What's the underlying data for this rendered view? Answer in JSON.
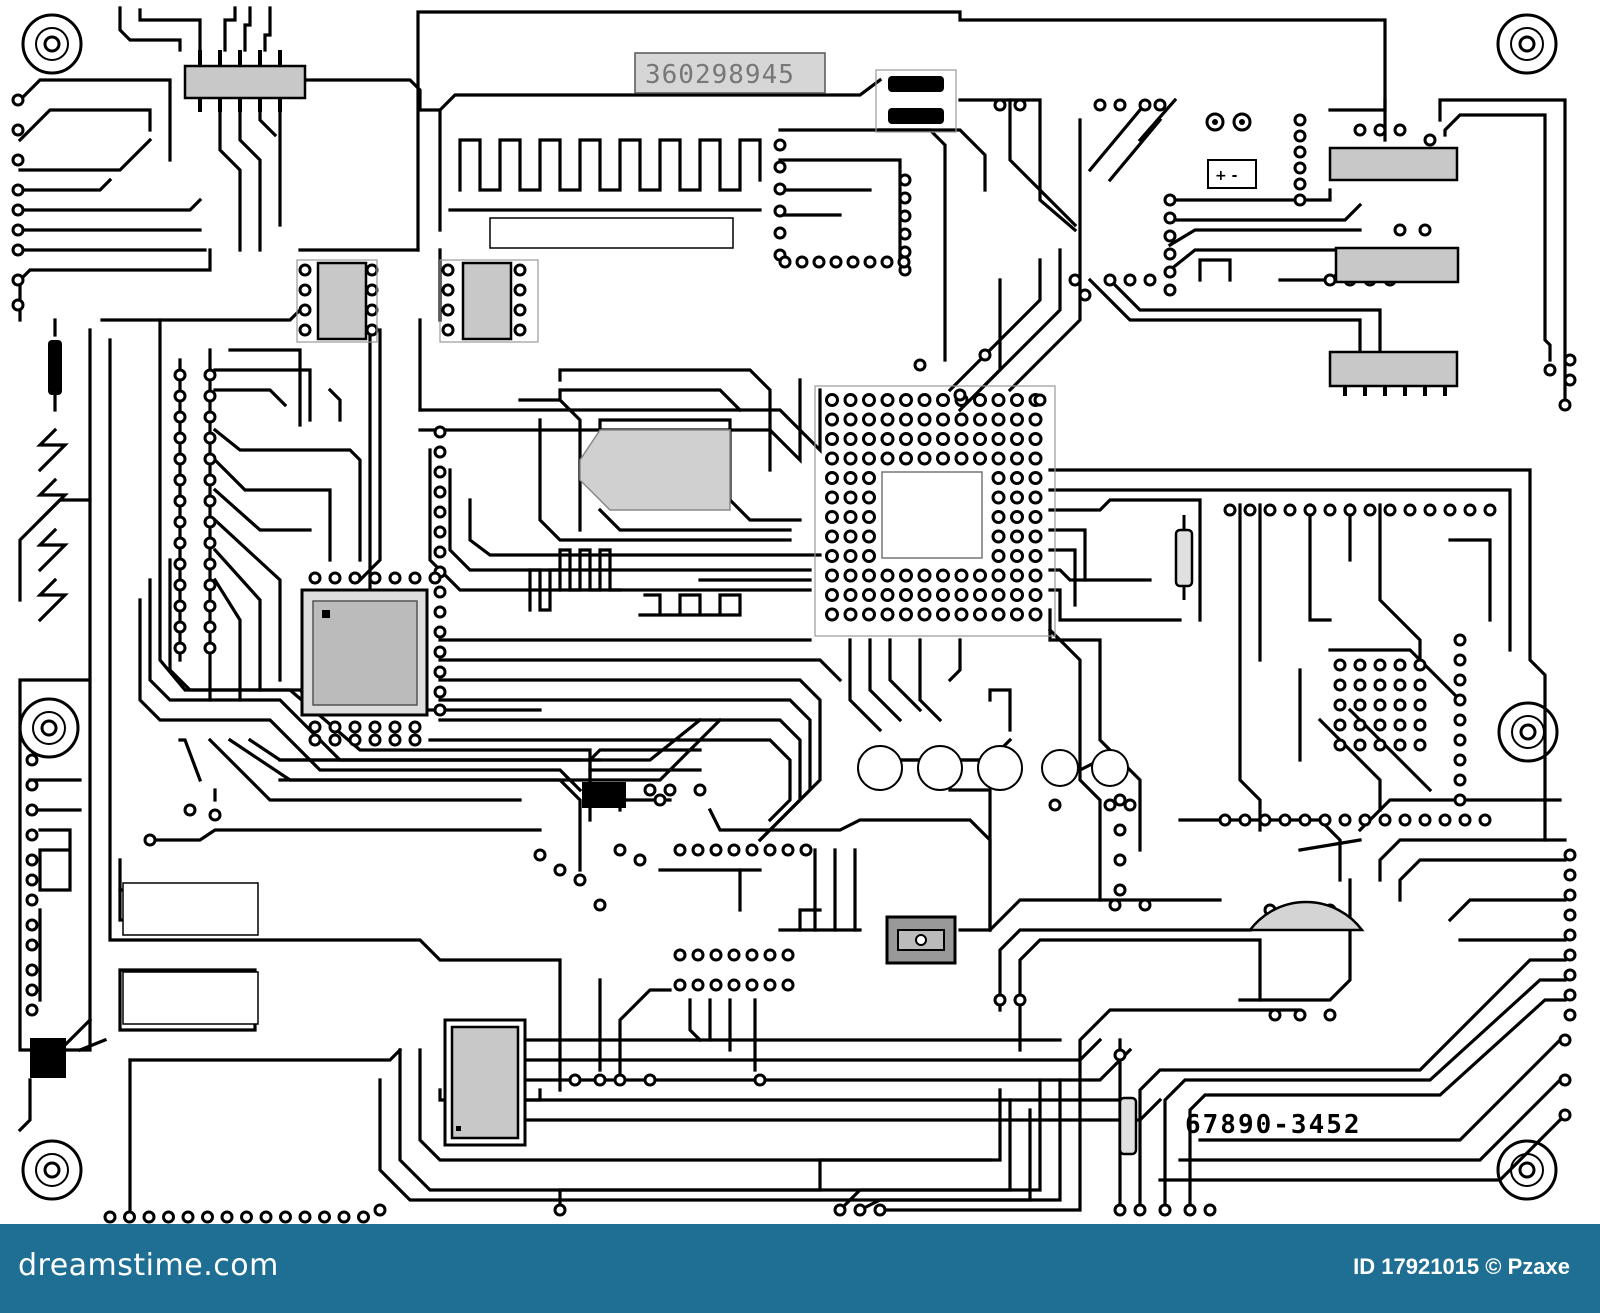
{
  "board": {
    "serial_label": "360298945",
    "part_code": "67890-3452",
    "polarity_label": "+ -"
  },
  "footer": {
    "brand": "dreamstime.com",
    "image_id_label": "ID 17921015",
    "copyright_author": "© Pzaxe"
  },
  "colors": {
    "footer_bg": "#1e6f93",
    "chip_gray": "#c8c8c8",
    "trace": "#000000"
  }
}
